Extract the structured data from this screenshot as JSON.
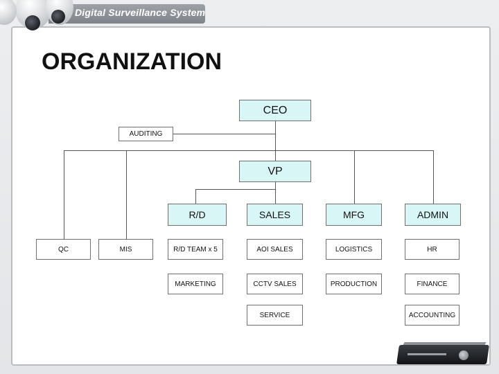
{
  "header": {
    "title": "Digital Surveillance System",
    "bar_color": "#8a8f96"
  },
  "page": {
    "title": "ORGANIZATION"
  },
  "colors": {
    "accent_fill": "#d9f6f7",
    "plain_fill": "#ffffff",
    "border": "#6f6f6f",
    "line": "#555555"
  },
  "org": {
    "ceo": "CEO",
    "auditing": "AUDITING",
    "vp": "VP",
    "rd": "R/D",
    "sales": "SALES",
    "mfg": "MFG",
    "admin": "ADMIN",
    "qc": "QC",
    "mis": "MIS",
    "rd_team": "R/D TEAM x 5",
    "marketing": "MARKETING",
    "aoi_sales": "AOI SALES",
    "cctv_sales": "CCTV SALES",
    "service": "SERVICE",
    "logistics": "LOGISTICS",
    "production": "PRODUCTION",
    "hr": "HR",
    "finance": "FINANCE",
    "accounting": "ACCOUNTING"
  },
  "icons": {
    "cameras": "dome-camera-icon",
    "dvr": "dvr-recorder-icon"
  }
}
